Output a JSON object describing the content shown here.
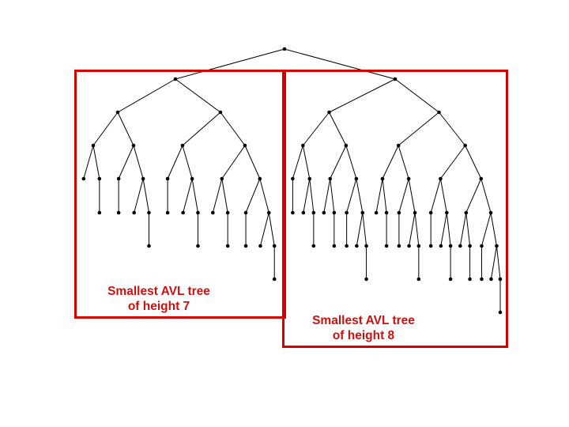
{
  "colors": {
    "edge": "#000000",
    "node": "#000000",
    "frame": "#d40000",
    "caption": "#cc1111",
    "background": "#ffffff"
  },
  "figure": {
    "caption_left_line1": "Smallest AVL tree",
    "caption_left_line2": "of height 7",
    "caption_right_line1": "Smallest AVL tree",
    "caption_right_line2": "of height 8"
  }
}
